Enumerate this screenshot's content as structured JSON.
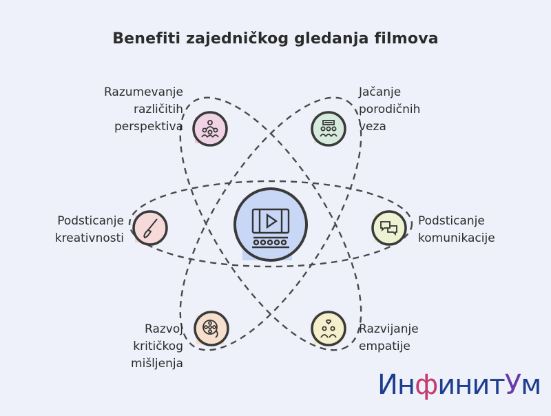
{
  "title": "Benefiti zajedničkog gledanja filmova",
  "center": {
    "icon": "cinema-icon"
  },
  "benefits": [
    {
      "id": "perspectives",
      "lines": [
        "Razumevanje",
        "različitih",
        "perspektiva"
      ],
      "icon": "people-group-icon",
      "color": "#f4c7dc"
    },
    {
      "id": "family",
      "lines": [
        "Jačanje",
        "porodičnih",
        "veza"
      ],
      "icon": "family-meeting-icon",
      "color": "#cfe9d8"
    },
    {
      "id": "creativity",
      "lines": [
        "Podsticanje",
        "kreativnosti"
      ],
      "icon": "paintbrush-icon",
      "color": "#f8d3d3"
    },
    {
      "id": "communication",
      "lines": [
        "Podsticanje",
        "komunikacije"
      ],
      "icon": "chat-bubbles-icon",
      "color": "#e8f0c6"
    },
    {
      "id": "critical-thinking",
      "lines": [
        "Razvoj",
        "kritičkog",
        "mišljenja"
      ],
      "icon": "film-reel-icon",
      "color": "#f9dcc2"
    },
    {
      "id": "empathy",
      "lines": [
        "Razvijanje",
        "empatije"
      ],
      "icon": "people-heart-icon",
      "color": "#f7ecb8"
    }
  ],
  "logo": {
    "part1": "Ин",
    "part2": "ф",
    "part3": "инит",
    "part4": "У",
    "part5": "м"
  }
}
